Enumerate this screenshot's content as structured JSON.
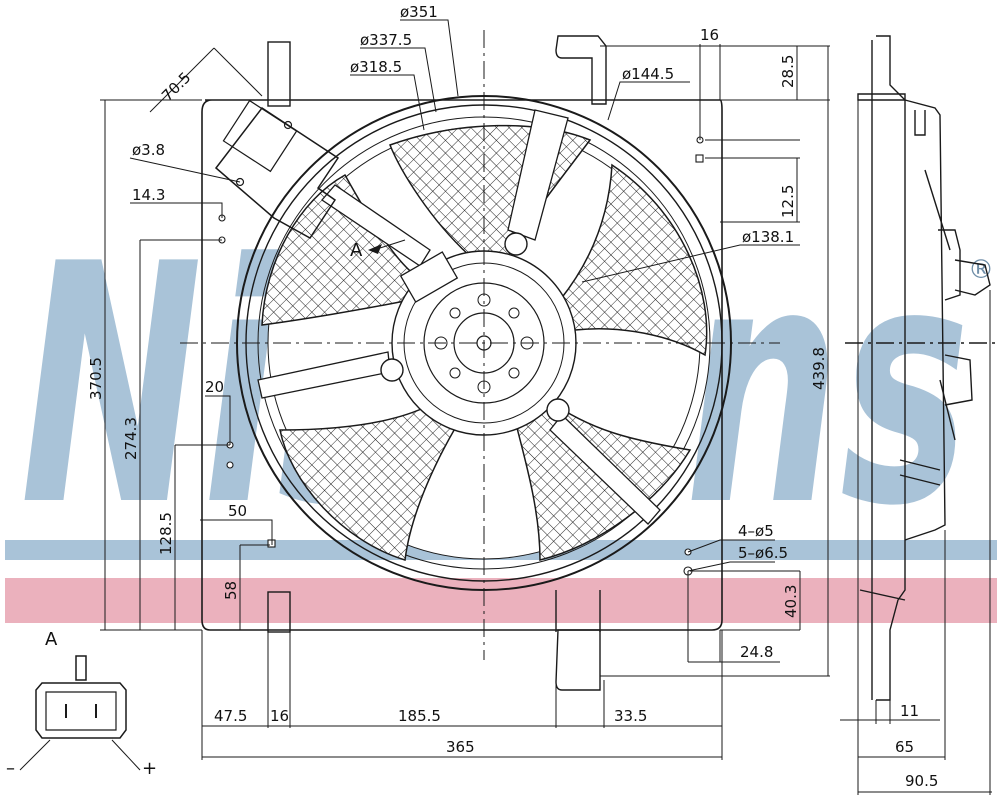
{
  "diagram": {
    "marks": {
      "watermark": "Nissens",
      "registered": "®",
      "view_label": "A",
      "detail_label": "A",
      "minus": "–",
      "plus": "+"
    },
    "dimensions": {
      "d351": "ø351",
      "d337_5": "ø337.5",
      "d318_5": "ø318.5",
      "d144_5": "ø144.5",
      "d138_1": "ø138.1",
      "d3_8": "ø3.8",
      "d70_5": "70.5",
      "d14_3": "14.3",
      "d16_top": "16",
      "d28_5": "28.5",
      "d12_5": "12.5",
      "d370_5": "370.5",
      "d274_3": "274.3",
      "d439_8": "439.8",
      "d20": "20",
      "d128_5": "128.5",
      "d50": "50",
      "d58": "58",
      "d4_5": "4–ø5",
      "d5_6_5": "5–ø6.5",
      "d40_3": "40.3",
      "d24_8": "24.8",
      "d47_5": "47.5",
      "d16_bottom": "16",
      "d185_5": "185.5",
      "d33_5": "33.5",
      "d365": "365",
      "d11": "11",
      "d65": "65",
      "d90_5": "90.5"
    },
    "colors": {
      "watermark_blue": "#a9c3d8",
      "watermark_pink": "#e9a9b6",
      "line": "#1a1a1a"
    }
  }
}
